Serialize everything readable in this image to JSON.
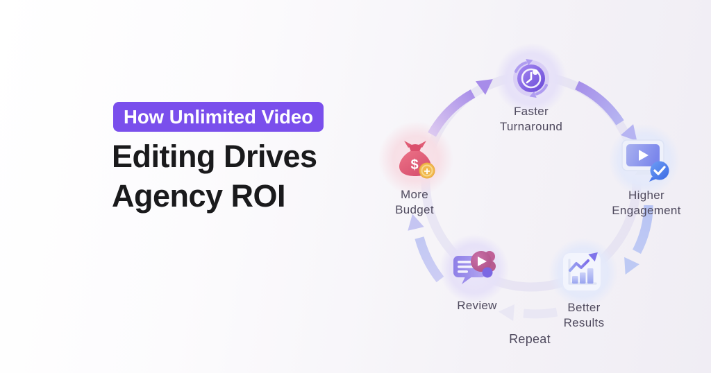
{
  "header": {
    "badge_label": "How Unlimited Video",
    "title_lines": [
      "Editing Drives",
      "Agency ROI"
    ]
  },
  "diagram": {
    "repeat_label": "Repeat",
    "cycle_direction": "clockwise",
    "nodes": {
      "faster_turnaround": {
        "line1": "Faster",
        "line2": "Turnaround",
        "icon": "clock-refresh-icon"
      },
      "higher_engagement": {
        "line1": "Higher",
        "line2": "Engagement",
        "icon": "video-play-chat-check-icon"
      },
      "better_results": {
        "line1": "Better",
        "line2": "Results",
        "icon": "growth-bar-chart-icon"
      },
      "review": {
        "line1": "Review",
        "line2": "",
        "icon": "comment-video-review-icon"
      },
      "more_budget": {
        "line1": "More",
        "line2": "Budget",
        "icon": "money-bag-plus-coin-icon",
        "money_symbol": "$",
        "plus_symbol": "+"
      }
    },
    "arrows": [
      {
        "from": "More Budget",
        "to": "Faster Turnaround"
      },
      {
        "from": "Faster Turnaround",
        "to": "Higher Engagement"
      },
      {
        "from": "Higher Engagement",
        "to": "Better Results"
      },
      {
        "from": "Better Results",
        "to": "Review"
      },
      {
        "from": "Review",
        "to": "More Budget"
      }
    ]
  },
  "colors": {
    "badge_bg": "#7A4FEC",
    "badge_text": "#FFFFFF",
    "title_text": "#1A1A1C",
    "node_label_text": "#4F4A5E",
    "arrow_purple": "#A88EE9",
    "arrow_blue": "#BCC8F4",
    "arrow_light": "#E9E7F4",
    "bubble_lavender": "#E7E2F8",
    "bubble_blue": "#E6EAFA",
    "bubble_pink": "#F8E1E7",
    "money_bag_red": "#DB4F6C",
    "coin_gold": "#F1B84E"
  }
}
